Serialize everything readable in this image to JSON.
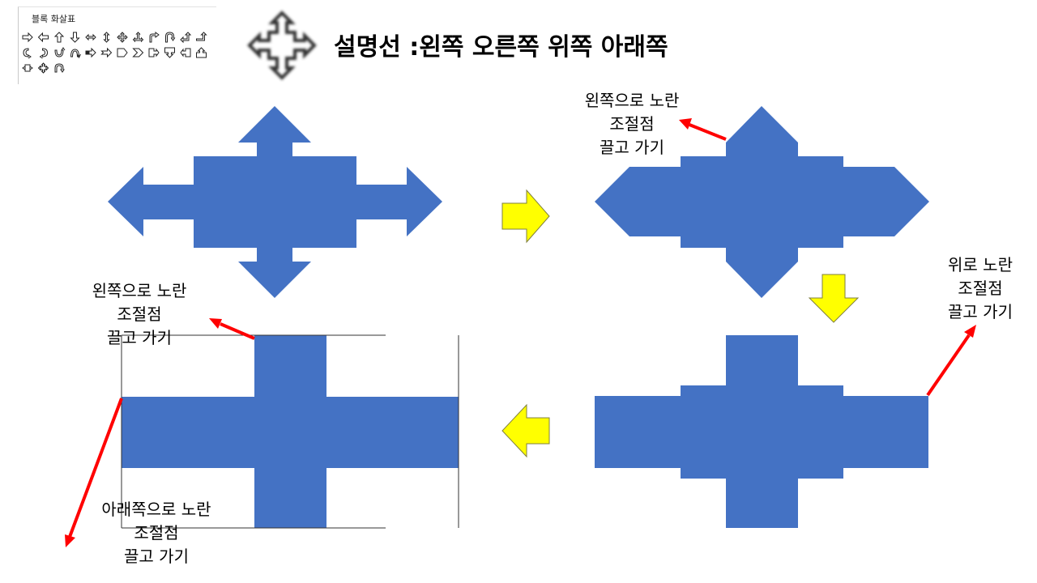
{
  "gallery": {
    "title": "블록 화살표",
    "icons": [
      "right-arrow-icon",
      "left-arrow-icon",
      "up-arrow-icon",
      "down-arrow-icon",
      "left-right-arrow-icon",
      "up-down-arrow-icon",
      "quad-arrow-icon",
      "left-right-up-arrow-icon",
      "bent-arrow-icon",
      "u-turn-arrow-icon",
      "left-up-arrow-icon",
      "bent-up-arrow-icon",
      "curved-right-arrow-icon",
      "curved-left-arrow-icon",
      "curved-up-arrow-icon",
      "curved-down-arrow-icon",
      "striped-right-arrow-icon",
      "notched-right-arrow-icon",
      "pentagon-icon",
      "chevron-icon",
      "right-arrow-callout-icon",
      "down-arrow-callout-icon",
      "left-arrow-callout-icon",
      "up-arrow-callout-icon",
      "left-right-arrow-callout-icon",
      "quad-arrow-callout-icon",
      "circular-arrow-icon"
    ]
  },
  "title": "설명선 :왼쪽 오른쪽 위쪽 아래쪽",
  "annotations": {
    "top_right": "왼쪽으로 노란\n조절점\n끌고 가기",
    "right": "위로 노란\n조절점\n끌고 가기",
    "bottom_left_top": "왼쪽으로 노란\n조절점\n끌고 가기",
    "bottom_left_bottom": "아래쪽으로 노란\n조절점\n끌고 가기"
  },
  "colors": {
    "shape_fill": "#4472C4",
    "step_arrow_fill": "#FFFF00",
    "step_arrow_stroke": "#7F7F3F",
    "pointer_arrow": "#FF0000"
  }
}
